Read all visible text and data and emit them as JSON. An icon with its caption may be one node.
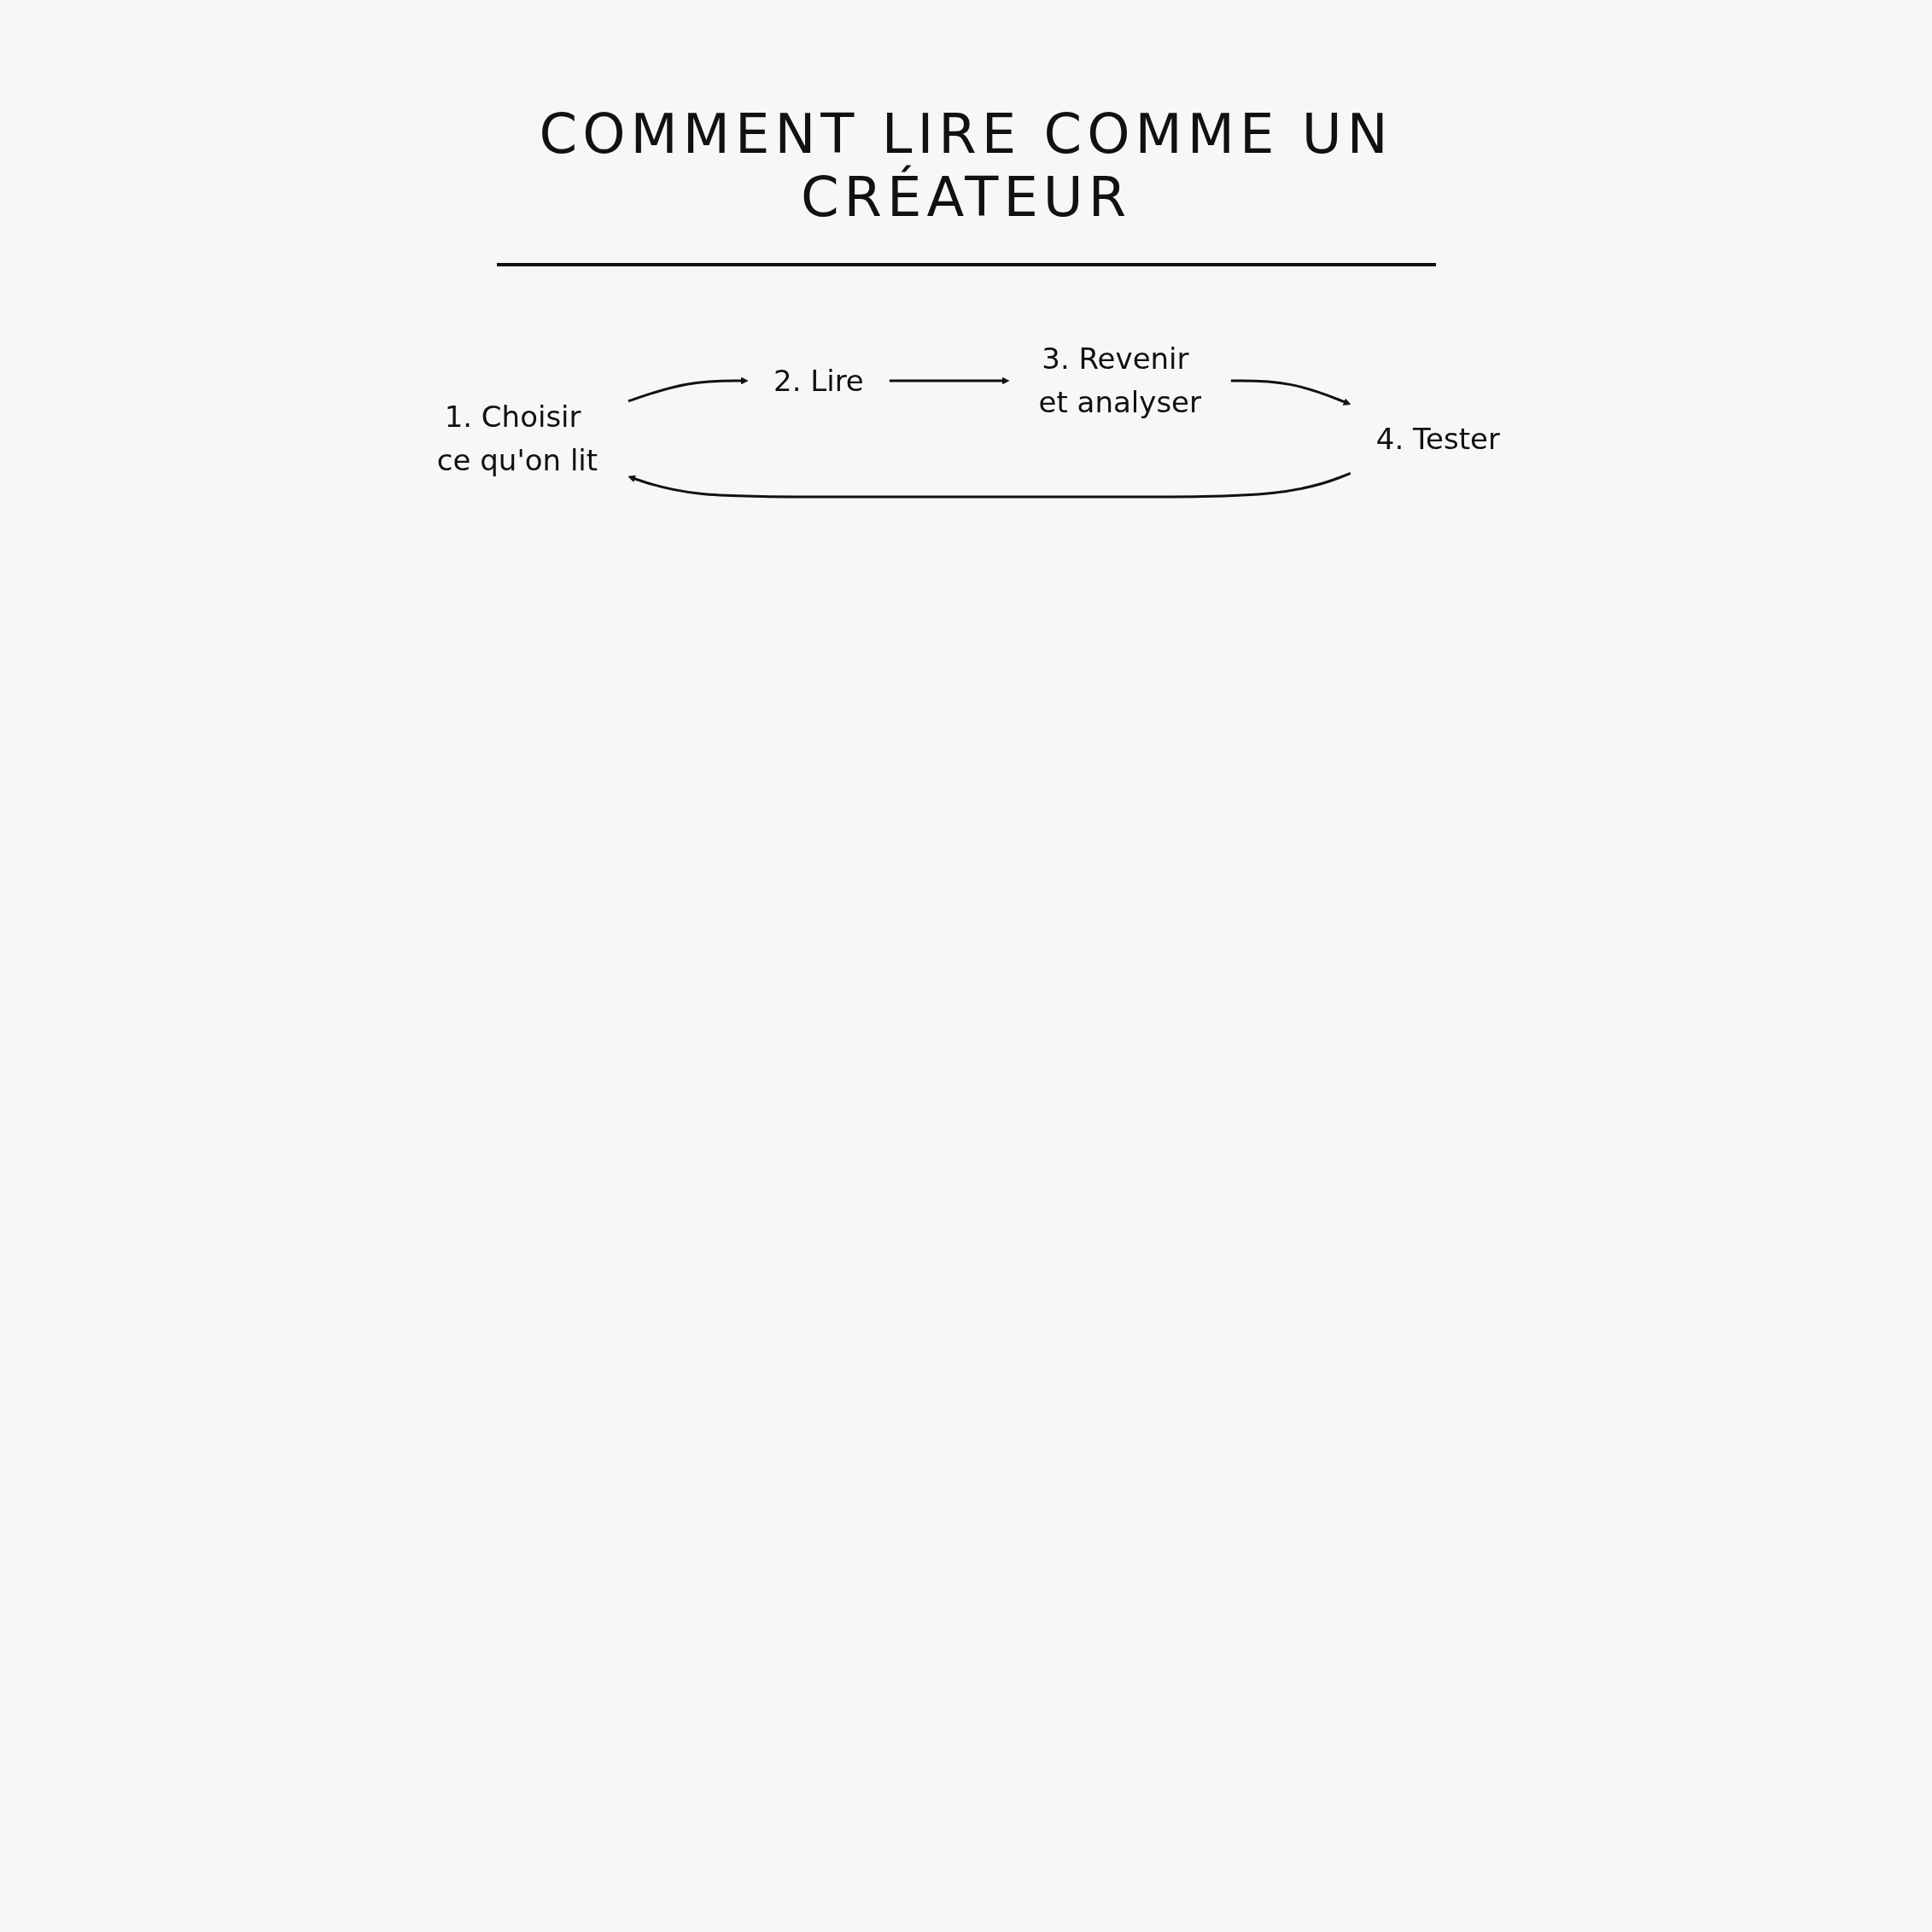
{
  "diagram": {
    "title": "COMMENT LIRE COMME UN CRÉATEUR",
    "nodes": [
      {
        "text": [
          "1. Choisir ce qu'on lit"
        ]
      },
      {
        "text": [
          "2. Lire"
        ]
      },
      {
        "text": [
          "3. Revenir et analyser"
        ]
      },
      {
        "text": [
          "4. Tester"
        ]
      }
    ],
    "edges": [
      {
        "from": 0,
        "to": 1,
        "arrow": "to"
      },
      {
        "from": 1,
        "to": 2,
        "arrow": "to"
      },
      {
        "from": 2,
        "to": 3,
        "arrow": "to"
      },
      {
        "from": 3,
        "to": 0,
        "arrow": "to"
      }
    ]
  }
}
